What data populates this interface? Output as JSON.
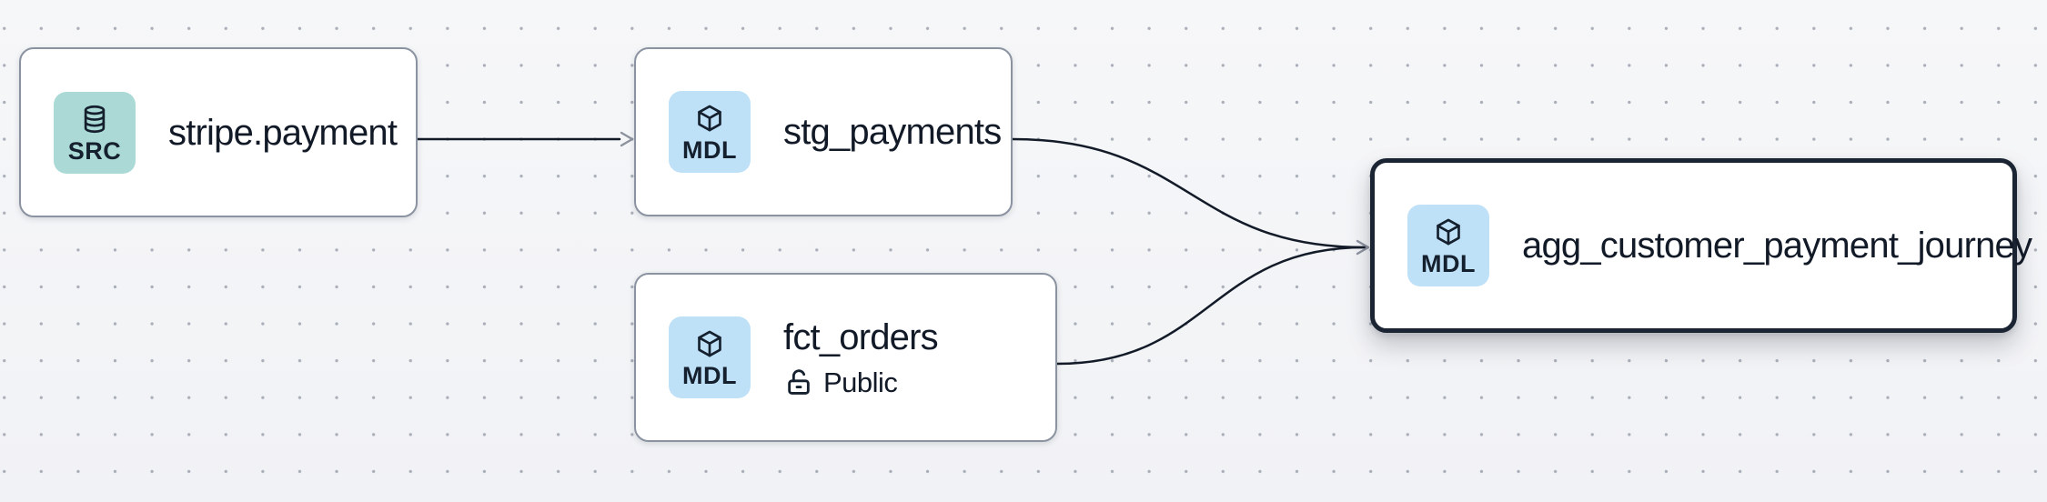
{
  "canvas": {
    "background_color": "#f4f5f7",
    "dot_color": "#a9aeb8",
    "edge_color": "#131b29",
    "arrowhead_color": "#8d939e",
    "selected_border_color": "#1b2433",
    "node_border_color": "#8b93a1"
  },
  "nodes": [
    {
      "id": "stripe.payment",
      "kind": "source",
      "badge": {
        "label": "SRC",
        "icon": "database-icon",
        "color": "#abdad6"
      },
      "title": "stripe.payment",
      "selected": false
    },
    {
      "id": "stg_payments",
      "kind": "model",
      "badge": {
        "label": "MDL",
        "icon": "cube-icon",
        "color": "#bfe1f8"
      },
      "title": "stg_payments",
      "selected": false
    },
    {
      "id": "fct_orders",
      "kind": "model",
      "badge": {
        "label": "MDL",
        "icon": "cube-icon",
        "color": "#bfe1f8"
      },
      "title": "fct_orders",
      "access": {
        "label": "Public",
        "icon": "lock-open-icon"
      },
      "selected": false
    },
    {
      "id": "agg_customer_payment_journey",
      "kind": "model",
      "badge": {
        "label": "MDL",
        "icon": "cube-icon",
        "color": "#bfe1f8"
      },
      "title": "agg_customer_payment_journey",
      "selected": true
    }
  ],
  "edges": [
    {
      "from": "stripe.payment",
      "to": "stg_payments"
    },
    {
      "from": "stg_payments",
      "to": "agg_customer_payment_journey"
    },
    {
      "from": "fct_orders",
      "to": "agg_customer_payment_journey"
    }
  ]
}
